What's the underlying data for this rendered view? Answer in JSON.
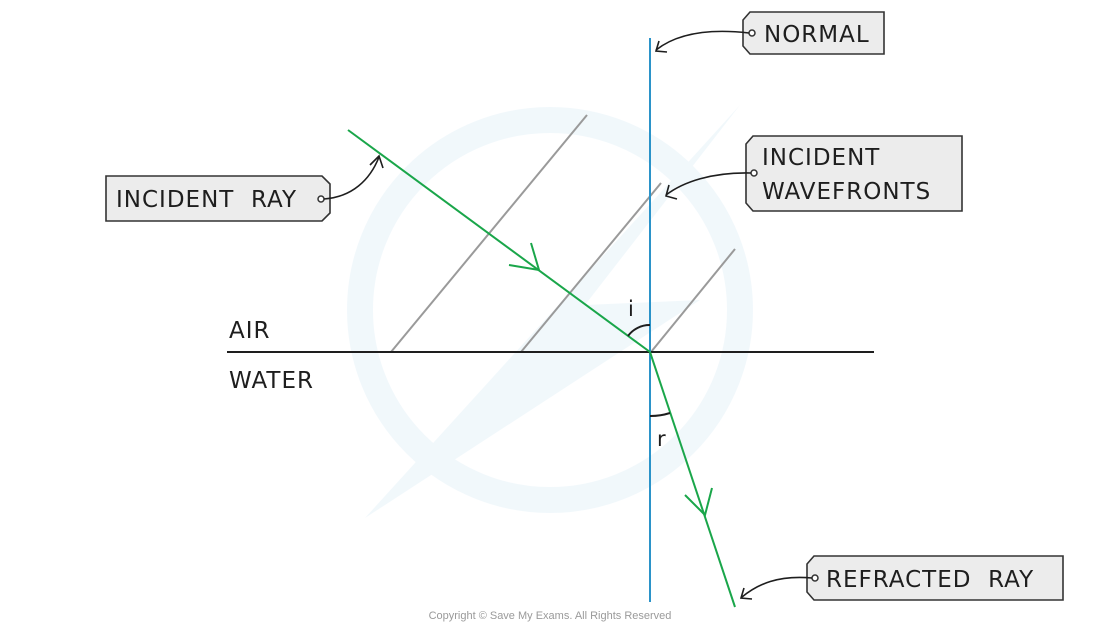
{
  "labels": {
    "normal": "NORMAL",
    "incident_wavefronts_line1": "INCIDENT",
    "incident_wavefronts_line2": "WAVEFRONTS",
    "incident_ray": "INCIDENT  RAY",
    "refracted_ray": "REFRACTED  RAY",
    "air": "AIR",
    "water": "WATER",
    "angle_incidence": "i",
    "angle_refraction": "r"
  },
  "copyright": "Copyright © Save My Exams. All Rights Reserved",
  "colors": {
    "ray": "#1aa64a",
    "normal": "#2b93c9",
    "wavefront": "#9a9a9a",
    "boundary": "#1e1e1e",
    "tag_fill": "#ececec",
    "tag_stroke": "#333333"
  }
}
